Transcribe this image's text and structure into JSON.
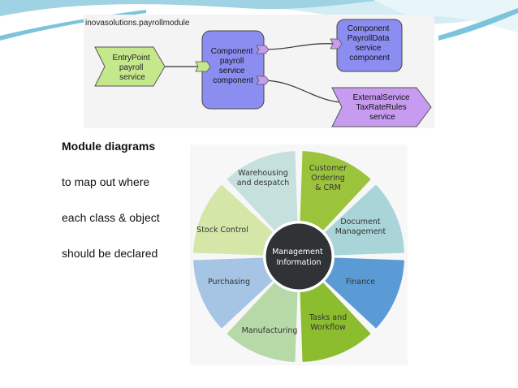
{
  "module_diagram": {
    "title": "inovasolutions.payrollmodule",
    "entry": [
      "EntryPoint",
      "payroll",
      "service"
    ],
    "component": [
      "Component",
      "payroll",
      "service",
      "component"
    ],
    "payrolldata": [
      "Component",
      "PayrollData",
      "service",
      "component"
    ],
    "external": [
      "ExternalService",
      "TaxRateRules",
      "service"
    ]
  },
  "text": {
    "heading": "Module diagrams",
    "line1": "to map out where",
    "line2": "each class & object",
    "line3": "should be declared"
  },
  "wheel": {
    "center": [
      "Management",
      "Information"
    ],
    "segments": [
      {
        "name": "customer-ordering",
        "lines": [
          "Customer",
          "Ordering",
          "& CRM"
        ],
        "color": "#9bc33b"
      },
      {
        "name": "document-management",
        "lines": [
          "Document",
          "Management"
        ],
        "color": "#a9d4d8"
      },
      {
        "name": "finance",
        "lines": [
          "Finance"
        ],
        "color": "#5b9bd5"
      },
      {
        "name": "tasks-workflow",
        "lines": [
          "Tasks and",
          "Workflow"
        ],
        "color": "#8bbd2e"
      },
      {
        "name": "manufacturing",
        "lines": [
          "Manufacturing"
        ],
        "color": "#b7d9a8"
      },
      {
        "name": "purchasing",
        "lines": [
          "Purchasing"
        ],
        "color": "#a6c4e4"
      },
      {
        "name": "stock-control",
        "lines": [
          "Stock Control"
        ],
        "color": "#d4e6a8"
      },
      {
        "name": "warehousing",
        "lines": [
          "Warehousing",
          "and despatch"
        ],
        "color": "#c6e0de"
      }
    ]
  }
}
